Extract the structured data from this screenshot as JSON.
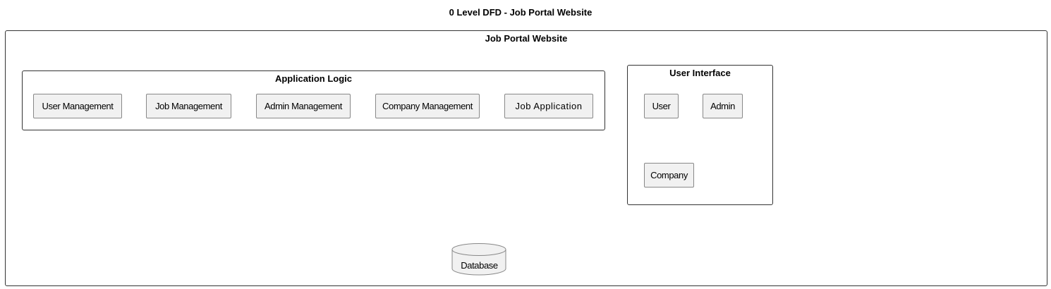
{
  "diagram": {
    "title": "0 Level DFD - Job Portal Website",
    "system": {
      "label": "Job Portal Website",
      "application_logic": {
        "label": "Application Logic",
        "processes": [
          "User Management",
          "Job Management",
          "Admin Management",
          "Company Management",
          "Job Application"
        ]
      },
      "user_interface": {
        "label": "User Interface",
        "entities": [
          "User",
          "Admin",
          "Company"
        ]
      },
      "datastore": {
        "label": "Database"
      }
    }
  },
  "colors": {
    "node_fill": "#f1f1f1",
    "node_border": "#888888",
    "frame_border": "#333333"
  }
}
